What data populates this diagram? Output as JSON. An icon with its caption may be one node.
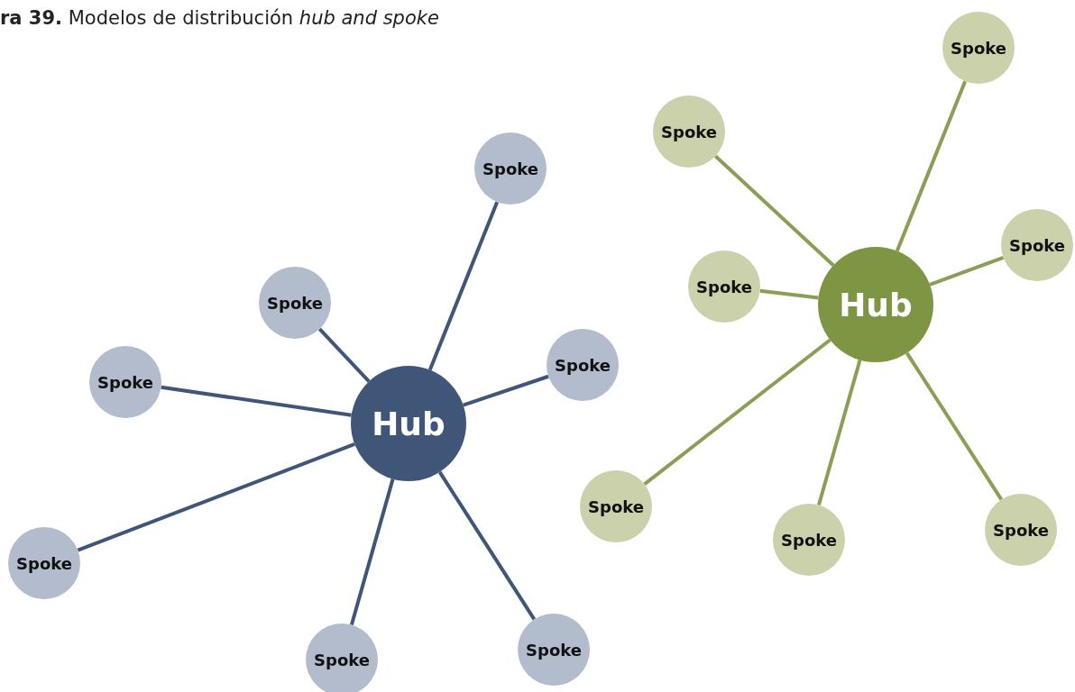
{
  "diagram": {
    "title": "**ra 39.** Modelos de distribución *hub and spoke*",
    "nodes": [
      {
        "text": [
          "Hub"
        ]
      },
      {
        "text": [
          "Spoke"
        ]
      },
      {
        "text": [
          "Spoke"
        ]
      },
      {
        "text": [
          "Spoke"
        ]
      },
      {
        "text": [
          "Spoke"
        ]
      },
      {
        "text": [
          "Spoke"
        ]
      },
      {
        "text": [
          "Spoke"
        ]
      },
      {
        "text": [
          "Spoke"
        ]
      },
      {
        "text": [
          "Hub"
        ]
      },
      {
        "text": [
          "Spoke"
        ]
      },
      {
        "text": [
          "Spoke"
        ]
      },
      {
        "text": [
          "Spoke"
        ]
      },
      {
        "text": [
          "Spoke"
        ]
      },
      {
        "text": [
          "Spoke"
        ]
      },
      {
        "text": [
          "Spoke"
        ]
      },
      {
        "text": [
          "Spoke"
        ]
      }
    ],
    "edges": [
      {
        "from": 0,
        "to": 1,
        "arrow": "none"
      },
      {
        "from": 0,
        "to": 2,
        "arrow": "none"
      },
      {
        "from": 0,
        "to": 3,
        "arrow": "none"
      },
      {
        "from": 0,
        "to": 4,
        "arrow": "none"
      },
      {
        "from": 0,
        "to": 5,
        "arrow": "none"
      },
      {
        "from": 0,
        "to": 6,
        "arrow": "none"
      },
      {
        "from": 0,
        "to": 7,
        "arrow": "none"
      },
      {
        "from": 8,
        "to": 9,
        "arrow": "none",
        "color": "#8a9f55"
      },
      {
        "from": 8,
        "to": 10,
        "arrow": "none",
        "color": "#8a9f55"
      },
      {
        "from": 8,
        "to": 11,
        "arrow": "none",
        "color": "#8a9f55"
      },
      {
        "from": 8,
        "to": 12,
        "arrow": "none",
        "color": "#8a9f55"
      },
      {
        "from": 8,
        "to": 13,
        "arrow": "none",
        "color": "#8a9f55"
      },
      {
        "from": 8,
        "to": 14,
        "arrow": "none",
        "color": "#8a9f55"
      },
      {
        "from": 8,
        "to": 15,
        "arrow": "none",
        "color": "#8a9f55"
      }
    ]
  }
}
